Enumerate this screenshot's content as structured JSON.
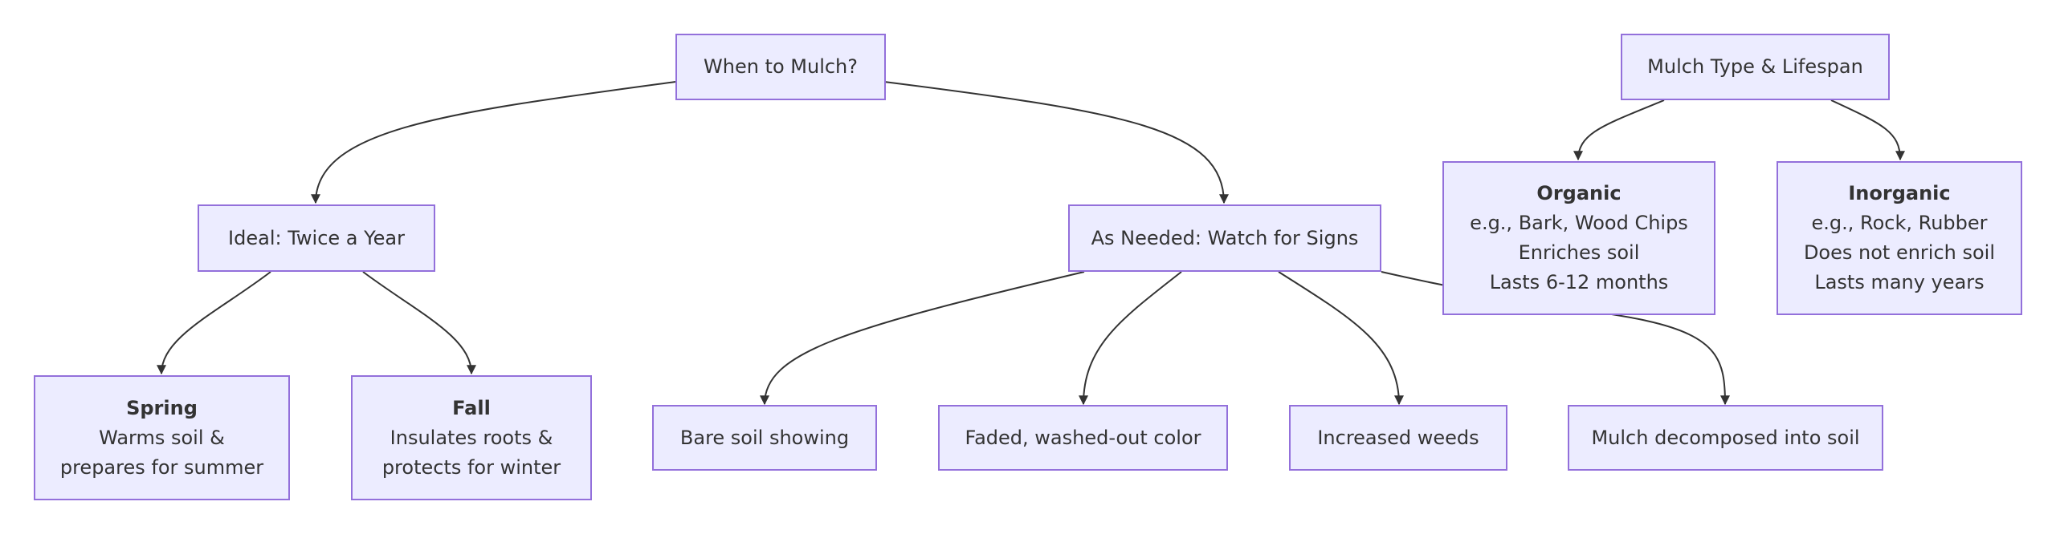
{
  "colors": {
    "node_fill": "#ECECFF",
    "node_border": "#9370DB",
    "edge": "#333333",
    "text": "#333333"
  },
  "nodes": {
    "when": {
      "label": "When to Mulch?"
    },
    "ideal": {
      "label": "Ideal: Twice a Year"
    },
    "asneeded": {
      "label": "As Needed: Watch for Signs"
    },
    "spring": {
      "title": "Spring",
      "line1": "Warms soil &",
      "line2": "prepares for summer"
    },
    "fall": {
      "title": "Fall",
      "line1": "Insulates roots &",
      "line2": "protects for winter"
    },
    "bare": {
      "label": "Bare soil showing"
    },
    "faded": {
      "label": "Faded, washed-out color"
    },
    "weeds": {
      "label": "Increased weeds"
    },
    "decomposed": {
      "label": "Mulch decomposed into soil"
    },
    "mulchtype": {
      "label": "Mulch Type & Lifespan"
    },
    "organic": {
      "title": "Organic",
      "line1": "e.g., Bark, Wood Chips",
      "line2": "Enriches soil",
      "line3": "Lasts 6-12 months"
    },
    "inorganic": {
      "title": "Inorganic",
      "line1": "e.g., Rock, Rubber",
      "line2": "Does not enrich soil",
      "line3": "Lasts many years"
    }
  }
}
